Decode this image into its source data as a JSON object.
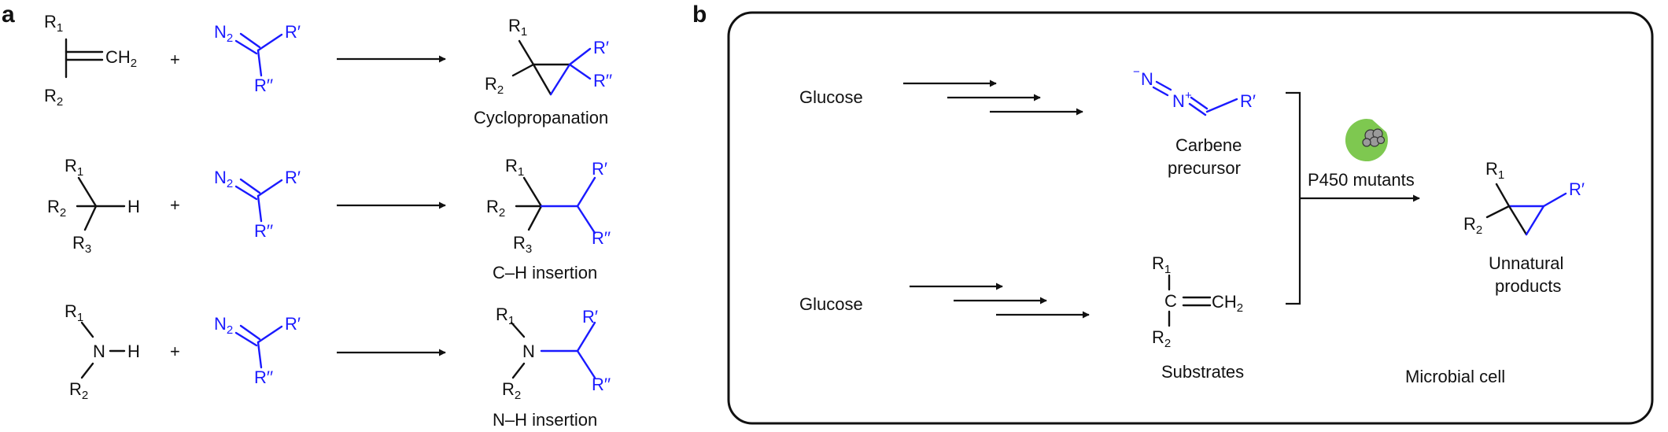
{
  "panel_a": {
    "letter": "a",
    "plus": "+",
    "r1": "R",
    "r1_sub": "1",
    "r2": "R",
    "r2_sub": "2",
    "r3": "R",
    "r3_sub": "3",
    "ch2": "CH",
    "ch2_sub": "2",
    "h": "H",
    "n": "N",
    "n2": "N",
    "n2_sub": "2",
    "r_prime": "R′",
    "r_dprime": "R′′",
    "label_cyclo": "Cyclopropanation",
    "label_ch": "C–H insertion",
    "label_nh": "N–H insertion"
  },
  "panel_b": {
    "letter": "b",
    "glucose": "Glucose",
    "diazo_minus": "−",
    "diazo_n": "N",
    "diazo_eq": "=",
    "diazo_plus": "+",
    "r_prime": "R′",
    "carbene_line1": "Carbene",
    "carbene_line2": "precursor",
    "c": "C",
    "ch2": "CH",
    "ch2_sub": "2",
    "r1": "R",
    "r1_sub": "1",
    "r2": "R",
    "r2_sub": "2",
    "substrates": "Substrates",
    "enzyme_label": "P450 mutants",
    "product_line1": "Unnatural",
    "product_line2": "products",
    "cell_label": "Microbial cell"
  },
  "colors": {
    "reagent": "#1a1aff",
    "ink": "#111111",
    "enzyme_body": "#7ec850",
    "heme_cluster": "#9a9a9a"
  }
}
